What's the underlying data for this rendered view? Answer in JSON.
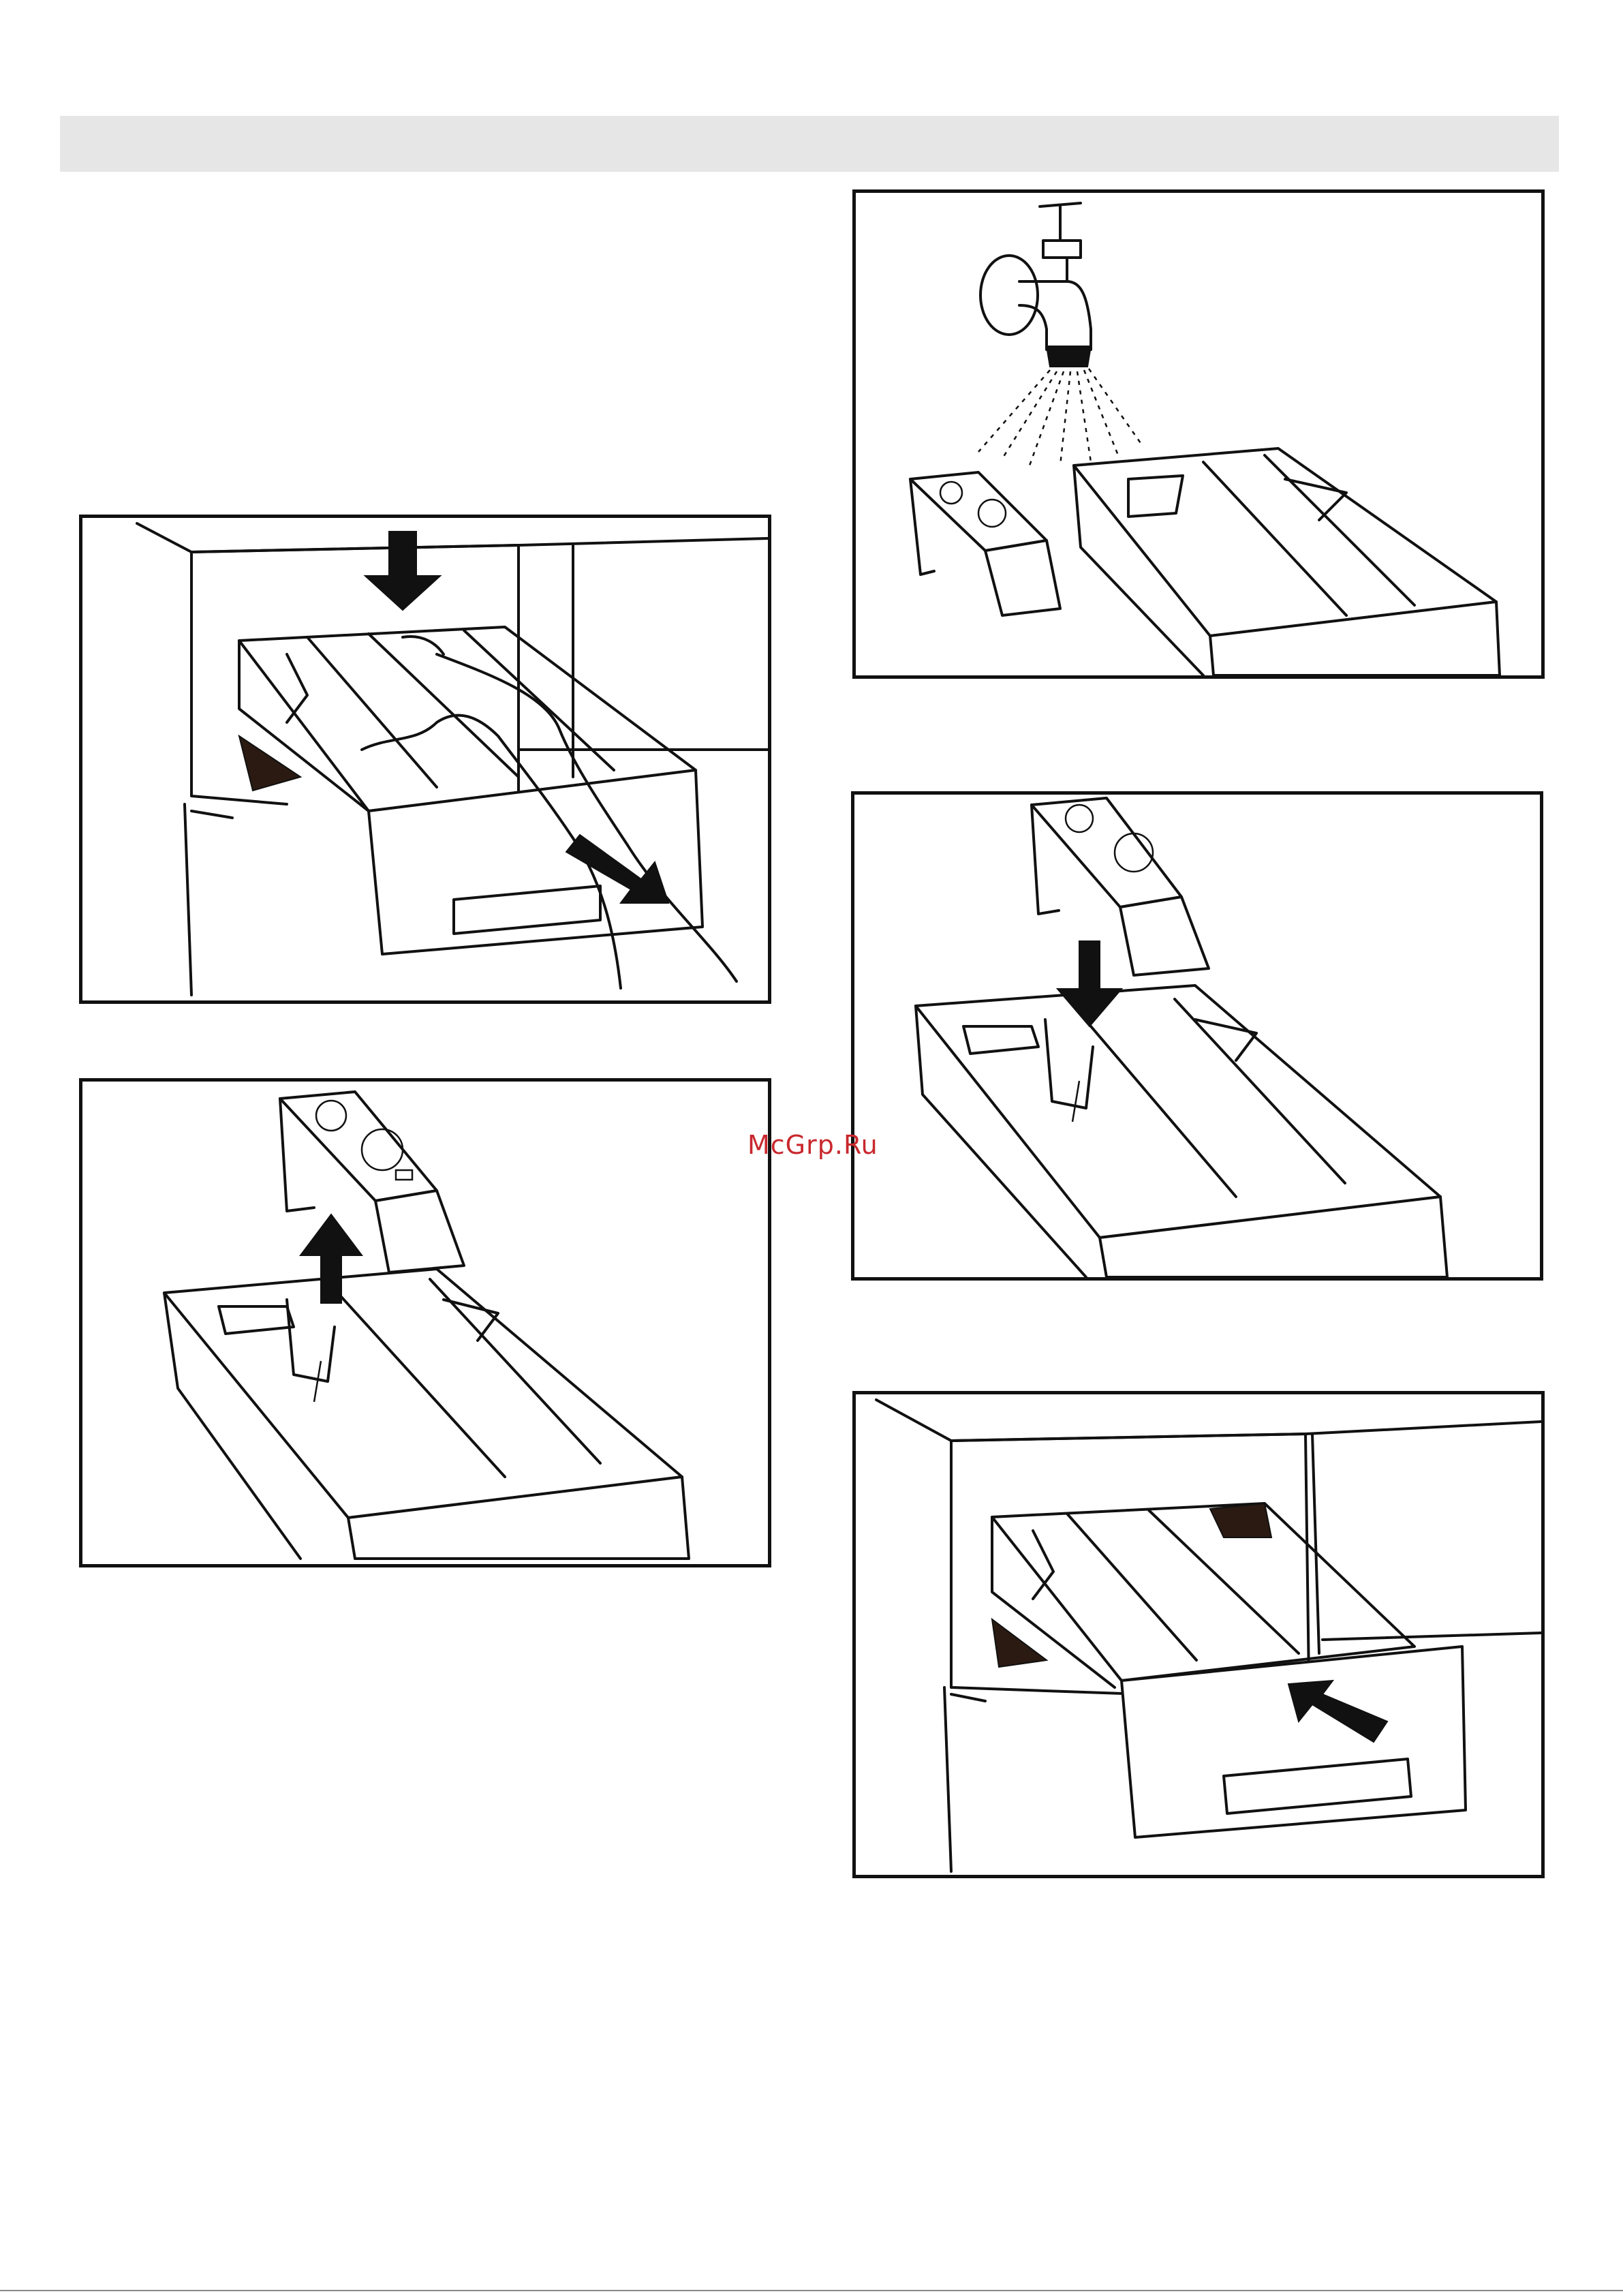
{
  "page": {
    "watermark": "McGrp.Ru"
  },
  "panels": [
    {
      "id": "p1",
      "icon": "push-down-pull-out-drawer-icon"
    },
    {
      "id": "p2",
      "icon": "lift-out-insert-icon"
    },
    {
      "id": "p3",
      "icon": "rinse-under-tap-icon"
    },
    {
      "id": "p4",
      "icon": "reinsert-insert-icon"
    },
    {
      "id": "p5",
      "icon": "push-drawer-back-icon"
    }
  ],
  "colors": {
    "header_bar": "#e6e6e6",
    "line_art": "#111111",
    "watermark": "#c8282d"
  }
}
